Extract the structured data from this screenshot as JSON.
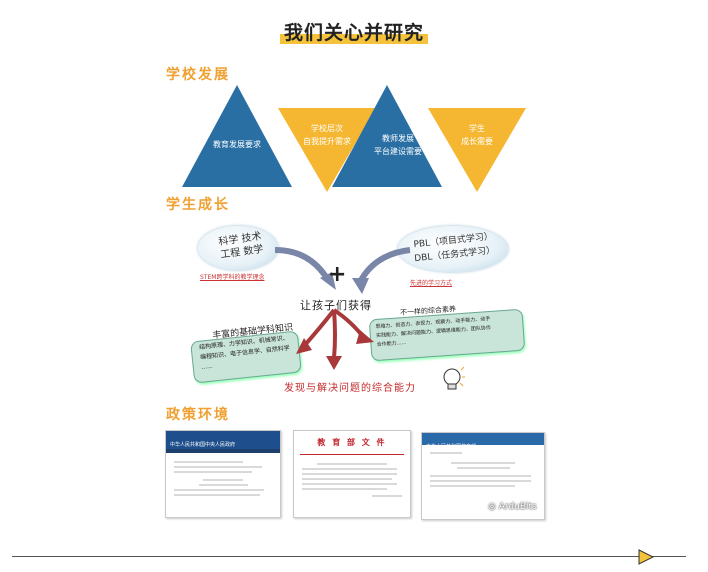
{
  "title": "我们关心并研究",
  "sections": {
    "school": "学校发展",
    "student": "学生成长",
    "policy": "政策环境"
  },
  "triangles": [
    {
      "lines": [
        "教育发展要求"
      ],
      "color": "#2a6fa3",
      "dir": "up"
    },
    {
      "lines": [
        "学校层次",
        "自我提升需求"
      ],
      "color": "#f5b731",
      "dir": "down"
    },
    {
      "lines": [
        "教师发展",
        "平台建设需要"
      ],
      "color": "#2a6fa3",
      "dir": "up"
    },
    {
      "lines": [
        "学生",
        "成长需要"
      ],
      "color": "#f5b731",
      "dir": "down"
    }
  ],
  "student": {
    "stem_bubble": [
      "科学 技术",
      "工程 数学"
    ],
    "stem_caption": "STEM跨学科的教学理念",
    "pbl_bubble": [
      "PBL（项目式学习）",
      "DBL（任务式学习）"
    ],
    "pbl_caption": "先进的学习方式",
    "plus": "+",
    "center": "让孩子们获得",
    "knowledge_title": "丰富的基础学科知识",
    "knowledge_text": [
      "结构原理、力学知识、机械常识、",
      "编程知识、电子信息学、自然科学",
      "......"
    ],
    "literacy_title": "不一样的综合素养",
    "literacy_text": [
      "思维力、创造力、表现力、观察力、动手能力、动手",
      "实践能力、解决问题能力、逻辑思维能力、团队协作",
      "合作能力......"
    ],
    "ability": "发现与解决问题的综合能力"
  },
  "policy": {
    "doc1_header": "中华人民共和国中央人民政府",
    "doc2_header": "教 育 部 文 件",
    "doc3_header": "中华人民共和国教育部",
    "watermark": "ArduBits"
  }
}
